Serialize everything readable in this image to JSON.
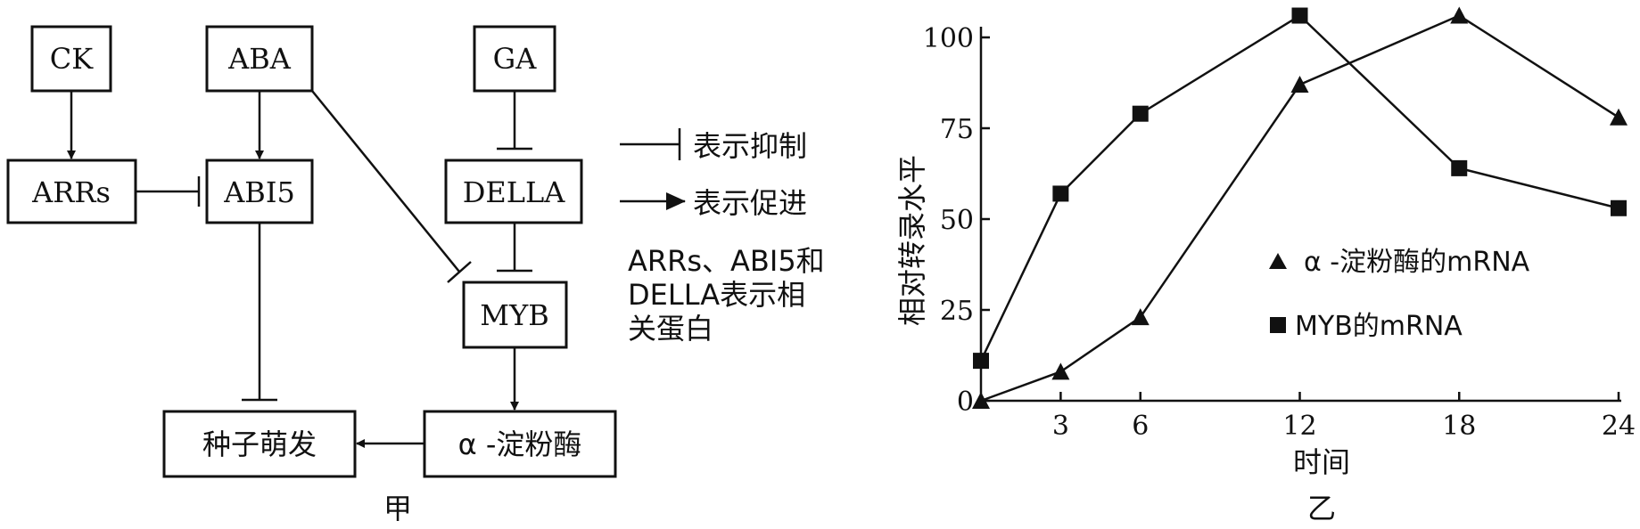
{
  "diagram": {
    "nodes": {
      "ck": "CK",
      "aba": "ABA",
      "ga": "GA",
      "arrs": "ARRs",
      "abi5": "ABI5",
      "della": "DELLA",
      "myb": "MYB",
      "germination": "种子萌发",
      "amylase": "α -淀粉酶"
    },
    "legend": {
      "inhibit": "表示抑制",
      "promote": "表示促进"
    },
    "note": [
      "ARRs、ABI5和",
      "DELLA表示相",
      "关蛋白"
    ],
    "caption": "甲"
  },
  "chart_data": {
    "type": "line",
    "title": "",
    "xlabel": "时间",
    "ylabel": "相对转录水平",
    "caption": "乙",
    "x": [
      0,
      3,
      6,
      12,
      18,
      24
    ],
    "x_ticks": [
      "3",
      "6",
      "12",
      "18",
      "24"
    ],
    "y_ticks": [
      "0",
      "25",
      "50",
      "75",
      "100"
    ],
    "ylim": [
      0,
      100
    ],
    "xlim": [
      0,
      24
    ],
    "legend_position": "center-right",
    "series": [
      {
        "name": "α -淀粉酶的mRNA",
        "marker": "triangle",
        "values": [
          0,
          8,
          23,
          87,
          106,
          78
        ]
      },
      {
        "name": "MYB的mRNA",
        "marker": "square",
        "values": [
          11,
          57,
          79,
          106,
          64,
          53
        ]
      }
    ]
  }
}
